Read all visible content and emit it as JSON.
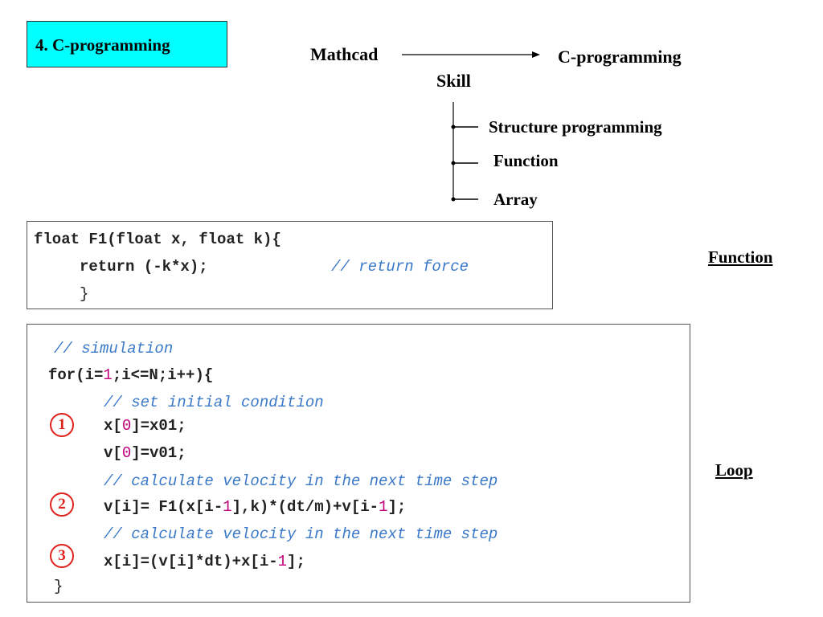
{
  "title": "4. C-programming",
  "flow": {
    "from": "Mathcad",
    "to": "C-programming",
    "label": "Skill",
    "items": [
      "Structure programming",
      "Function",
      "Array"
    ]
  },
  "function_code": {
    "line1": "float F1(float x, float k){",
    "line2_code": "return (-k*x);",
    "line2_comment": "// return force",
    "line3": "}"
  },
  "labels": {
    "function": "Function",
    "loop": "Loop"
  },
  "loop_code": {
    "c1": "// simulation",
    "for_a": "for(i=",
    "for_n1": "1",
    "for_b": ";i<=N;i++){",
    "c2": "// set initial condition",
    "l1_a": "x[",
    "l1_n": "0",
    "l1_b": "]=x01;",
    "l2_a": "v[",
    "l2_n": "0",
    "l2_b": "]=v01;",
    "c3": "// calculate velocity in the next time step",
    "l3_a": "v[i]= F1(x[i-",
    "l3_n1": "1",
    "l3_b": "],k)*(dt/m)+v[i-",
    "l3_n2": "1",
    "l3_c": "];",
    "c4": "// calculate velocity in the next time step",
    "l4_a": "x[i]=(v[i]*dt)+x[i-",
    "l4_n": "1",
    "l4_b": "];",
    "close": "}"
  },
  "markers": [
    "1",
    "2",
    "3"
  ],
  "colors": {
    "title_bg": "#00ffff",
    "comment": "#3a78c8",
    "number": "#c0007a",
    "marker": "#e0201a"
  }
}
